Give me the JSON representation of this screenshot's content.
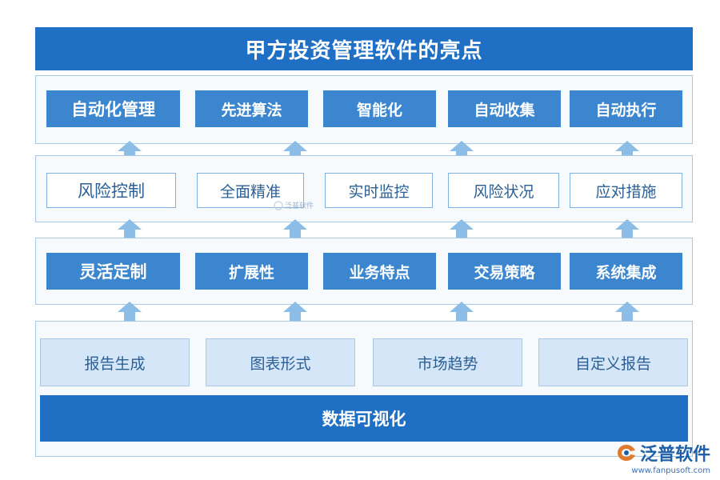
{
  "title": "甲方投资管理软件的亮点",
  "rows": [
    {
      "items": [
        "自动化管理",
        "先进算法",
        "智能化",
        "自动收集",
        "自动执行"
      ]
    },
    {
      "items": [
        "风险控制",
        "全面精准",
        "实时监控",
        "风险状况",
        "应对措施"
      ]
    },
    {
      "items": [
        "灵活定制",
        "扩展性",
        "业务特点",
        "交易策略",
        "系统集成"
      ]
    },
    {
      "items": [
        "报告生成",
        "图表形式",
        "市场趋势",
        "自定义报告"
      ]
    }
  ],
  "bottom": "数据可视化",
  "watermark": "泛普软件",
  "logo": {
    "name": "泛普软件",
    "url": "www.fanpusoft.com"
  },
  "colors": {
    "primary": "#1f6fc4",
    "box": "#3b86cf",
    "light": "#d4e6f8",
    "arrow": "#8bbde6"
  }
}
